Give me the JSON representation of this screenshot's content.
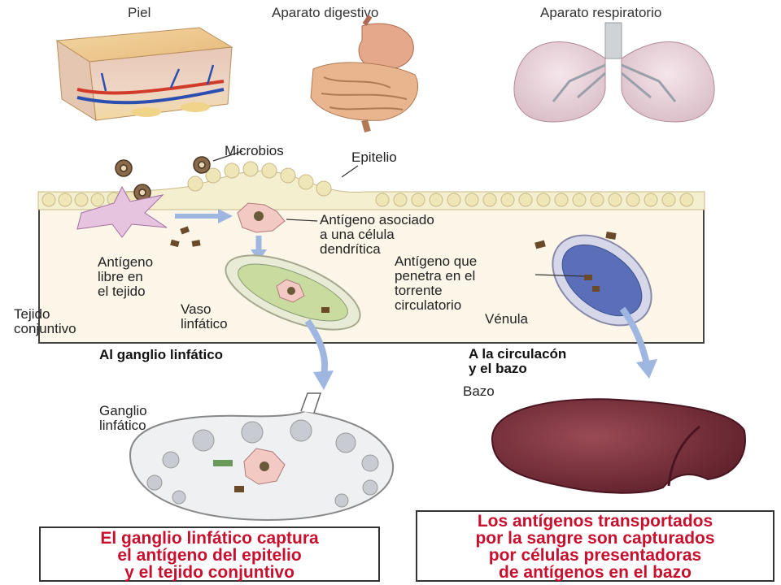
{
  "organs": {
    "skin": "Piel",
    "digestive": "Aparato digestivo",
    "respiratory": "Aparato respiratorio"
  },
  "labels": {
    "microbes": "Microbios",
    "epithelium": "Epitelio",
    "antigen_dendritic": "Antígeno asociado\na una célula\ndendrítica",
    "free_antigen": "Antígeno\nlibre en\nel tejido",
    "connective_tissue": "Tejido\nconjuntivo",
    "lymph_vessel": "Vaso\nlinfático",
    "blood_antigen": "Antígeno que\npenetra en el\ntorrente\ncirculatorio",
    "venule": "Vénula",
    "to_lymph_node": "Al ganglio linfático",
    "to_circulation": "A la circulacón\ny el bazo",
    "lymph_node": "Ganglio\nlinfático",
    "spleen": "Bazo"
  },
  "captions": {
    "lymph_node_caption": "El ganglio linfático captura\nel antígeno del epitelio\ny el tejido conjuntivo",
    "spleen_caption": "Los antígenos transportados\npor la sangre son capturados\npor células presentadoras\nde antígenos en el bazo"
  },
  "colors": {
    "caption_red": "#c8102e",
    "arrow_blue": "#9fb6e0",
    "spleen": "#7a2f3a",
    "venule": "#5a6fb8"
  }
}
